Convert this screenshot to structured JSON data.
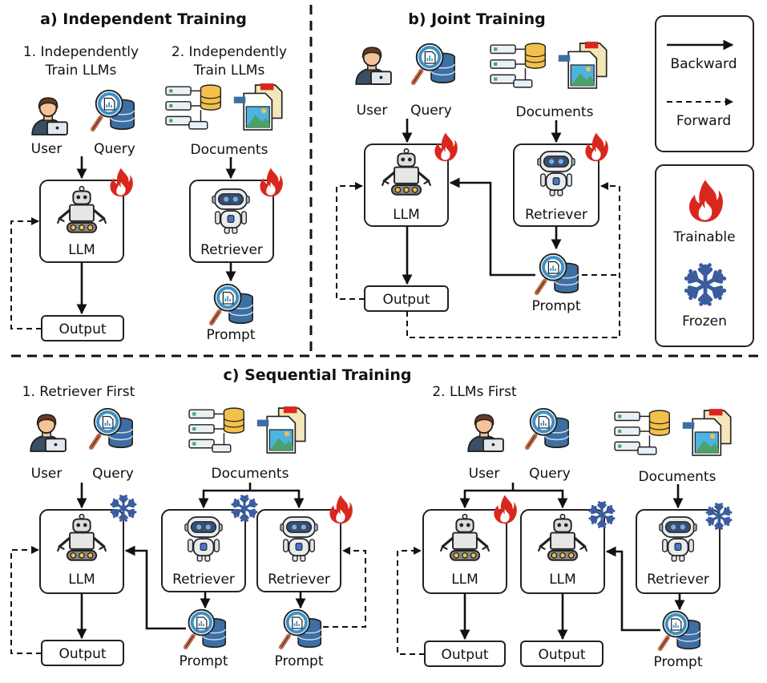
{
  "titles": {
    "a": "a) Independent Training",
    "b": "b) Joint Training",
    "c": "c) Sequential Training"
  },
  "subtitles": {
    "a1_line1": "1. Independently",
    "a1_line2": "Train LLMs",
    "a2_line1": "2. Independently",
    "a2_line2": "Train LLMs",
    "c1": "1. Retriever First",
    "c2": "2. LLMs First"
  },
  "labels": {
    "user": "User",
    "query": "Query",
    "documents": "Documents",
    "llm": "LLM",
    "retriever": "Retriever",
    "output": "Output",
    "prompt": "Prompt"
  },
  "legend": {
    "backward": "Backward",
    "forward": "Forward",
    "trainable": "Trainable",
    "frozen": "Frozen"
  },
  "icons": {
    "user": "user-laptop-icon",
    "query": "query-magnifier-database-icon",
    "documents": "documents-icon",
    "llm": "llm-robot-icon",
    "retriever": "retriever-robot-icon",
    "prompt": "prompt-magnifier-database-icon",
    "trainable": "flame-icon",
    "frozen": "snowflake-icon"
  },
  "colors": {
    "flame": "#d8281e",
    "snowflake": "#3a5b9e",
    "magnifier": "#3d8fc4",
    "database": "#3d6fa3",
    "robot_eye": "#4a78c9"
  }
}
